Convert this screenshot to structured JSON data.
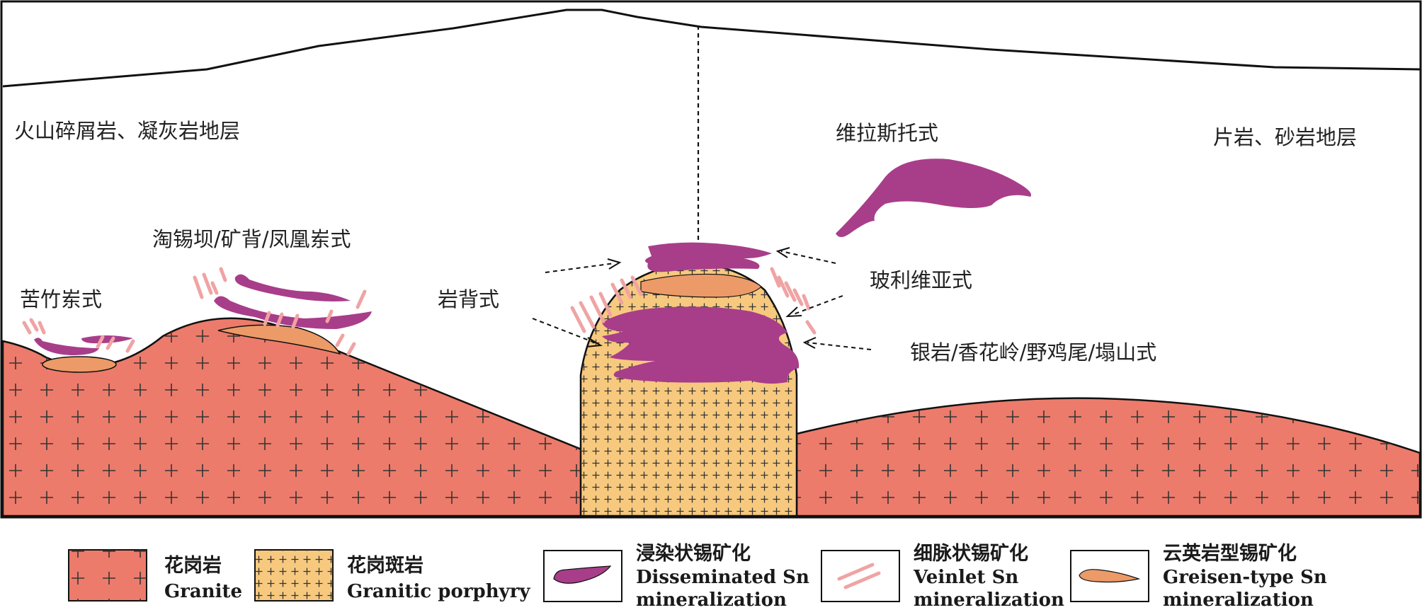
{
  "labels": {
    "volcanic": "火山碎屑岩、凝灰岩地层",
    "schist": "片岩、砂岩地层",
    "weilasituo": "维拉斯托式",
    "taoxiba": "淘锡坝/矿背/凤凰岽式",
    "kuzhu": "苦竹岽式",
    "yanbei": "岩背式",
    "bolivia": "玻利维亚式",
    "yinyan": "银岩/香花岭/野鸡尾/塌山式"
  },
  "legend": [
    {
      "cn": "花岗岩",
      "en": [
        "Granite"
      ]
    },
    {
      "cn": "花岗斑岩",
      "en": [
        "Granitic porphyry"
      ]
    },
    {
      "cn": "浸染状锡矿化",
      "en": [
        "Disseminated Sn",
        "mineralization"
      ]
    },
    {
      "cn": "细脉状锡矿化",
      "en": [
        "Veinlet Sn",
        "mineralization"
      ]
    },
    {
      "cn": "云英岩型锡矿化",
      "en": [
        "Greisen-type  Sn",
        "mineralization"
      ]
    }
  ],
  "colors": {
    "granite": "#ec7b6b",
    "porphyry": "#f7c97e",
    "disseminated": "#a83e8a",
    "veinlet": "#f0a3a3",
    "greisen": "#ec9a68",
    "line": "#111111"
  }
}
